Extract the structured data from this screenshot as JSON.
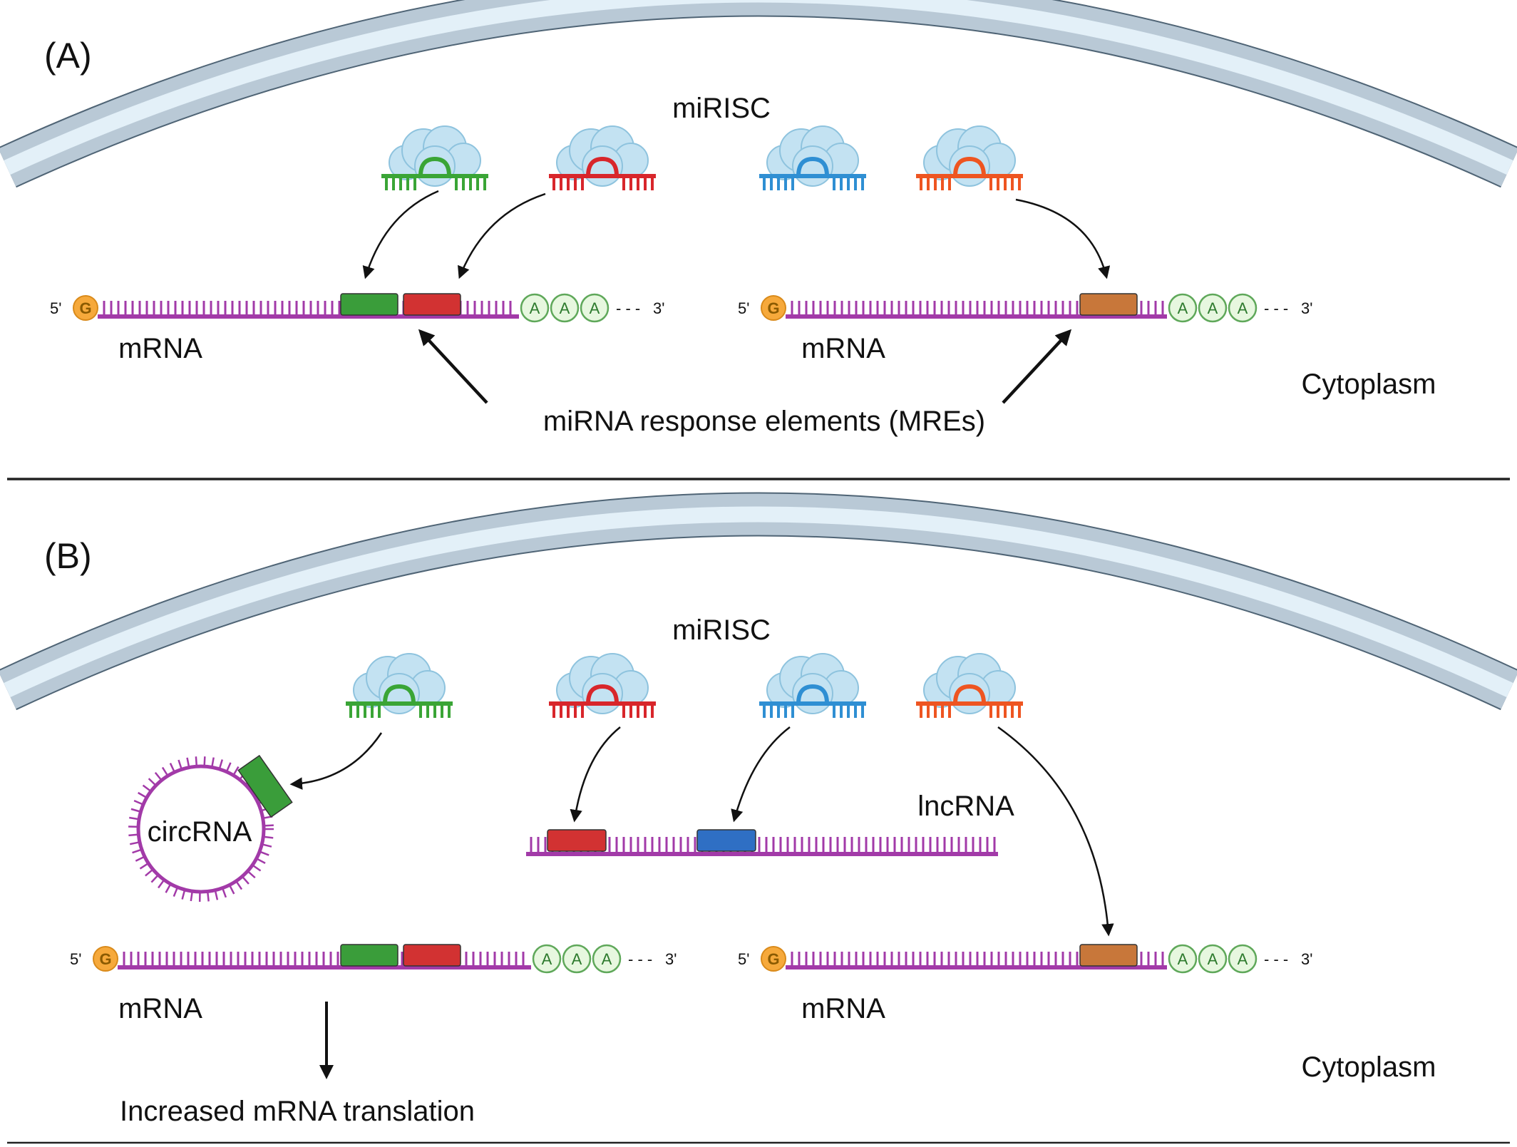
{
  "colors": {
    "membrane_outer": "#b9c9d6",
    "membrane_inner": "#e3f0f8",
    "membrane_edge": "#4f6475",
    "rna_backbone": "#a23aa8",
    "cloud_fill": "#c3e2f2",
    "cloud_stroke": "#8ec3de",
    "mirna_green": "#3aa536",
    "mirna_red": "#d8262b",
    "mirna_blue": "#2f8fd3",
    "mirna_orange": "#ee5521",
    "mre_green": "#3a9d3a",
    "mre_red": "#d23232",
    "mre_blue": "#2f6fc4",
    "mre_orange": "#c8773a",
    "cap_fill": "#f6a93b",
    "polya_fill": "#e7f7df",
    "polya_stroke": "#5fa85a",
    "divider": "#222222"
  },
  "icons": [
    "membrane-arc-icon",
    "mirisc-cloud-icon",
    "mirna-hairpin-icon",
    "mrna-strand-icon",
    "circrna-ring-icon",
    "lncrna-strand-icon",
    "arrow-icon"
  ],
  "panel_a": {
    "label": "(A)",
    "mirisc_label": "miRISC",
    "cytoplasm_label": "Cytoplasm",
    "mre_label": "miRNA response elements (MREs)",
    "mrna_left": {
      "five_prime": "5'",
      "cap": "G",
      "polya": [
        "A",
        "A",
        "A"
      ],
      "three_prime": "3'",
      "label": "mRNA"
    },
    "mrna_right": {
      "five_prime": "5'",
      "cap": "G",
      "polya": [
        "A",
        "A",
        "A"
      ],
      "three_prime": "3'",
      "label": "mRNA"
    }
  },
  "panel_b": {
    "label": "(B)",
    "mirisc_label": "miRISC",
    "cytoplasm_label": "Cytoplasm",
    "circrna_label": "circRNA",
    "lncrna_label": "lncRNA",
    "outcome_label": "Increased mRNA translation",
    "mrna_left": {
      "five_prime": "5'",
      "cap": "G",
      "polya": [
        "A",
        "A",
        "A"
      ],
      "three_prime": "3'",
      "label": "mRNA"
    },
    "mrna_right": {
      "five_prime": "5'",
      "cap": "G",
      "polya": [
        "A",
        "A",
        "A"
      ],
      "three_prime": "3'",
      "label": "mRNA"
    }
  }
}
